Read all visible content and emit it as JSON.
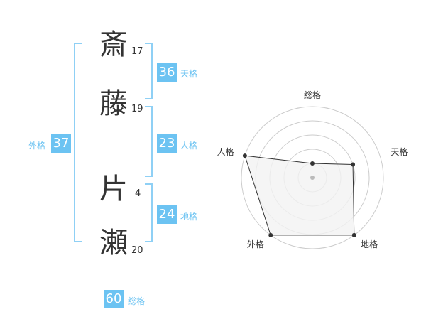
{
  "name": {
    "chars": [
      {
        "kanji": "斎",
        "strokes": "17"
      },
      {
        "kanji": "藤",
        "strokes": "19"
      },
      {
        "kanji": "片",
        "strokes": "4"
      },
      {
        "kanji": "瀬",
        "strokes": "20"
      }
    ]
  },
  "fortune": {
    "tenkaku": {
      "value": "36",
      "label": "天格"
    },
    "jinkaku": {
      "value": "23",
      "label": "人格"
    },
    "chikaku": {
      "value": "24",
      "label": "地格"
    },
    "gaikaku": {
      "value": "37",
      "label": "外格"
    },
    "soukaku": {
      "value": "60",
      "label": "総格"
    }
  },
  "chart_data": {
    "type": "radar",
    "axes": [
      "総格",
      "天格",
      "地格",
      "外格",
      "人格"
    ],
    "values": [
      1,
      3,
      5,
      5,
      5
    ],
    "max": 5,
    "rings": 5,
    "colors": {
      "ring": "#cccccc",
      "line": "#333333",
      "fill": "#f2f2f2",
      "point": "#333333",
      "center": "#bbbbbb"
    }
  },
  "colors": {
    "accent": "#6cc3f2",
    "text": "#333333"
  }
}
